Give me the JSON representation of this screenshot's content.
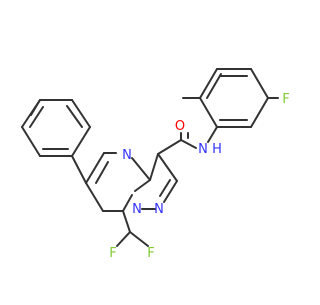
{
  "molecule": {
    "atom_labels": {
      "o": "O",
      "nh": "N",
      "nh_h": "H",
      "n_ring_top": "N",
      "n_bridge": "N",
      "n_pyrazole": "N",
      "f_aryl": "F",
      "f1": "F",
      "f2": "F"
    }
  },
  "colors": {
    "bond": "#333333",
    "nitrogen": "#3333ff",
    "oxygen": "#ff0000",
    "fluorine": "#7fcc33"
  }
}
